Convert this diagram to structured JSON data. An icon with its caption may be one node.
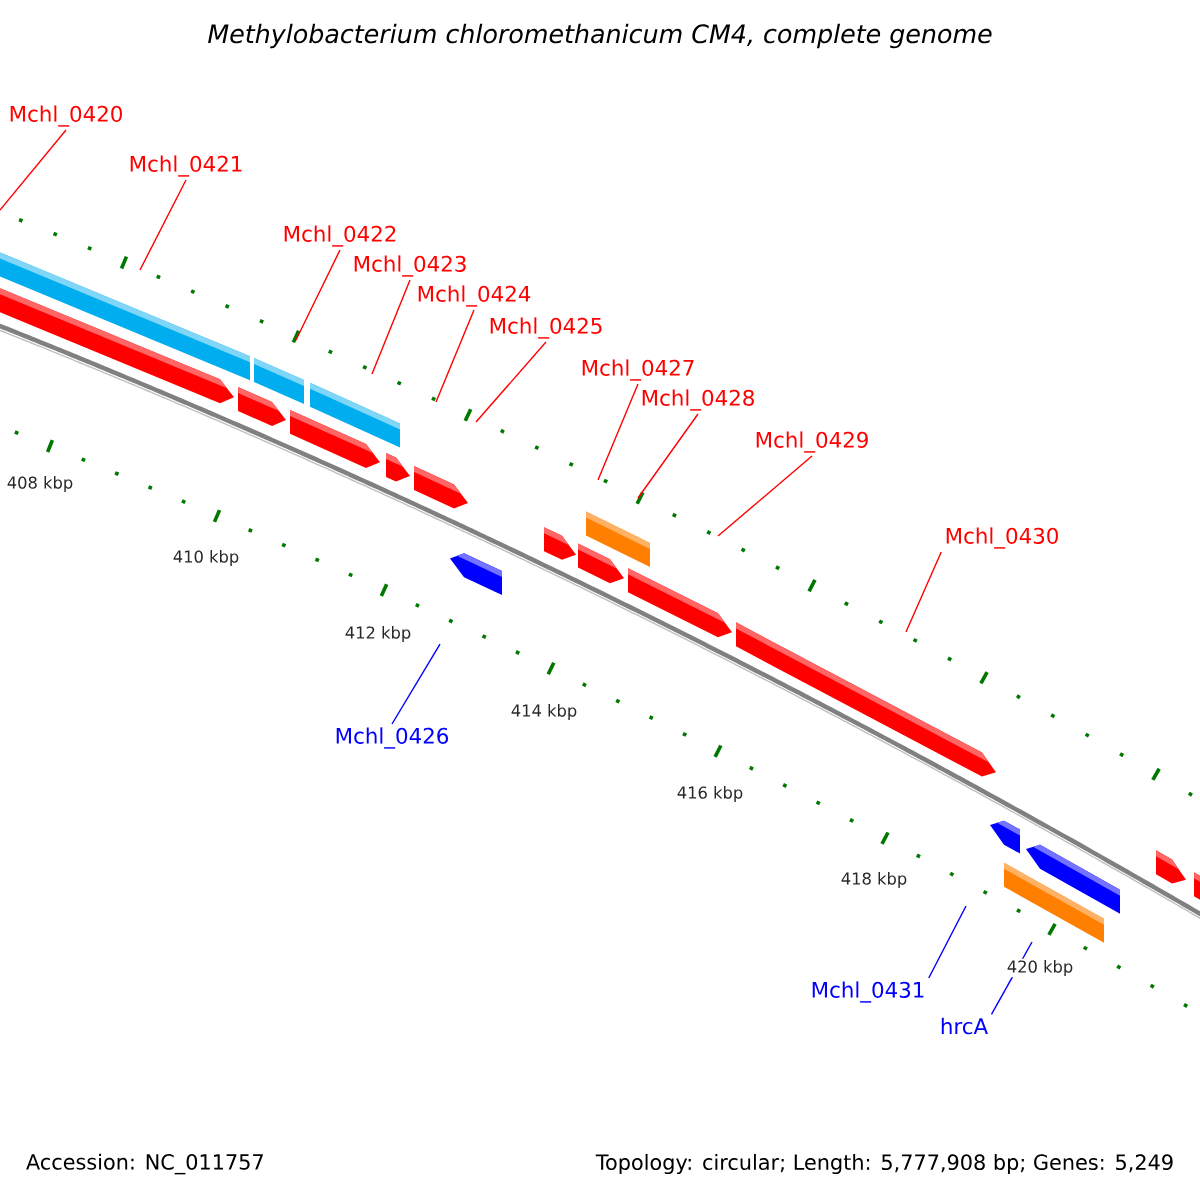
{
  "diagram": {
    "title": "Methylobacterium chloromethanicum CM4, complete genome",
    "nodes": [
      {
        "text": [
          "Mchl_0420"
        ]
      },
      {
        "text": [
          "Mchl_0421"
        ]
      },
      {
        "text": [
          "Mchl_0422"
        ]
      },
      {
        "text": [
          "Mchl_0423"
        ]
      },
      {
        "text": [
          "Mchl_0424"
        ]
      },
      {
        "text": [
          "Mchl_0425"
        ]
      },
      {
        "text": [
          "Mchl_0427"
        ]
      },
      {
        "text": [
          "Mchl_0428"
        ]
      },
      {
        "text": [
          "Mchl_0429"
        ]
      },
      {
        "text": [
          "Mchl_0430"
        ]
      },
      {
        "text": [
          "Mchl_0426"
        ]
      },
      {
        "text": [
          "Mchl_0431"
        ]
      },
      {
        "text": [
          "hrcA"
        ]
      }
    ],
    "edges": [
      {
        "from": 0,
        "to": null,
        "arrow": "none"
      },
      {
        "from": 1,
        "to": null,
        "arrow": "none"
      },
      {
        "from": 2,
        "to": null,
        "arrow": "none"
      },
      {
        "from": 3,
        "to": null,
        "arrow": "none"
      },
      {
        "from": 4,
        "to": null,
        "arrow": "none"
      },
      {
        "from": 5,
        "to": null,
        "arrow": "none"
      },
      {
        "from": 6,
        "to": null,
        "arrow": "none"
      },
      {
        "from": 7,
        "to": null,
        "arrow": "none"
      },
      {
        "from": 8,
        "to": null,
        "arrow": "none"
      },
      {
        "from": 9,
        "to": null,
        "arrow": "none"
      },
      {
        "from": 10,
        "to": null,
        "arrow": "none",
        "color": "#0000ff"
      },
      {
        "from": 11,
        "to": null,
        "arrow": "none",
        "color": "#0000ff"
      },
      {
        "from": 12,
        "to": null,
        "arrow": "none",
        "color": "#0000ff"
      }
    ],
    "labels": [
      "408 kbp",
      "410 kbp",
      "412 kbp",
      "414 kbp",
      "416 kbp",
      "418 kbp",
      "420 kbp",
      "Accession: NC_011757",
      "Topology: circular; Length: 5,777,908 bp; Genes: 5,249"
    ]
  }
}
